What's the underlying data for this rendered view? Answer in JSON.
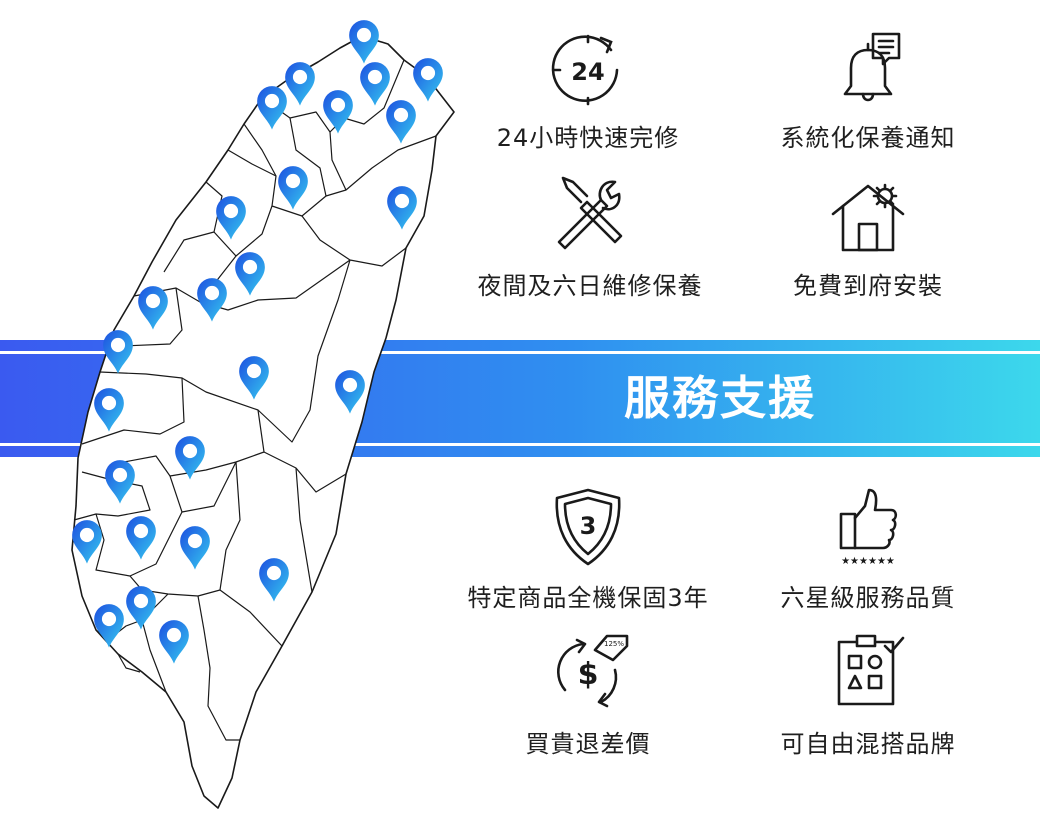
{
  "banner": {
    "title": "服務支援"
  },
  "services_top": [
    {
      "label": "24小時快速完修",
      "icon": "clock-24-icon",
      "icon_text": "24"
    },
    {
      "label": "系統化保養通知",
      "icon": "bell-notification-icon"
    },
    {
      "label": "夜間及六日維修保養",
      "icon": "wrench-screwdriver-icon"
    },
    {
      "label": "免費到府安裝",
      "icon": "house-gear-icon"
    }
  ],
  "services_bottom": [
    {
      "label": "特定商品全機保固3年",
      "icon": "shield-3-icon",
      "icon_text": "3"
    },
    {
      "label": "六星級服務品質",
      "icon": "thumbs-up-stars-icon",
      "icon_text": "★★★★★★"
    },
    {
      "label": "買貴退差價",
      "icon": "dollar-refund-icon",
      "icon_text": "125%"
    },
    {
      "label": "可自由混搭品牌",
      "icon": "mix-brands-icon"
    }
  ],
  "map": {
    "icon": "taiwan-map",
    "pin_icon": "location-pin-icon"
  },
  "colors": {
    "gradient_start": "#3a5cf0",
    "gradient_end": "#3ad7ec",
    "pin_dark": "#1d4fe0",
    "pin_light": "#33c6f0",
    "line": "#1a1a1a"
  }
}
